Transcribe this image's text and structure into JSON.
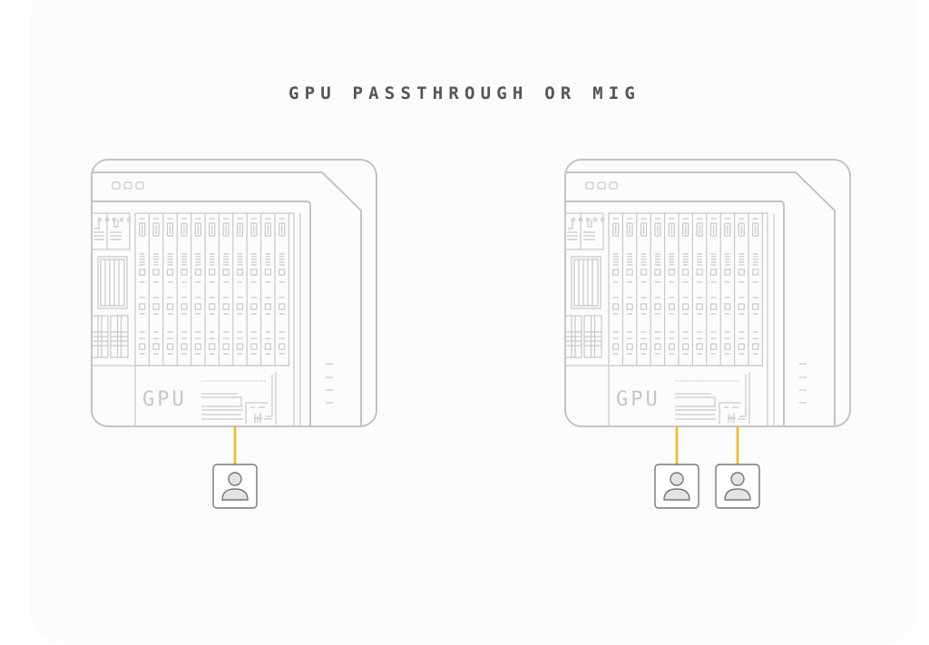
{
  "title": "GPU PASSTHROUGH OR MIG",
  "colors": {
    "line": "#c3c3c3",
    "connector": "#f5b723",
    "user_fill": "#e3e3e3",
    "user_stroke": "#777777",
    "title": "#555555"
  },
  "servers": [
    {
      "name": "passthrough",
      "gpu_label": "GPU",
      "users": [
        {
          "icon": "user-icon"
        }
      ]
    },
    {
      "name": "mig",
      "gpu_label": "GPU",
      "users": [
        {
          "icon": "user-icon"
        },
        {
          "icon": "user-icon"
        }
      ]
    }
  ]
}
